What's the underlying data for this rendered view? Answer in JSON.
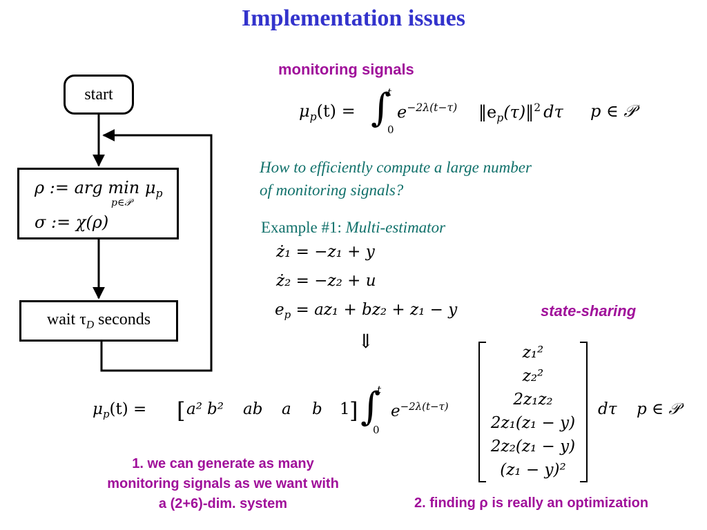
{
  "title": "Implementation issues",
  "flowchart": {
    "start_label": "start",
    "box1_line1": "ρ := arg min μ",
    "box1_sub_p": "p",
    "box1_under": "p∈𝒫",
    "box1_line2": "σ := χ(ρ)",
    "wait_prefix": "wait τ",
    "wait_sub": "D",
    "wait_suffix": " seconds"
  },
  "monitoring": {
    "heading": "monitoring signals",
    "formula_lhs": "μ",
    "formula_lhs_sub": "p",
    "formula_lhs_arg": "(t) =",
    "integral_upper": "t",
    "integral_lower": "0",
    "exp_base": "e",
    "exp_power": "−2λ(t−τ)",
    "integrand": "‖e",
    "integrand_sub": "p",
    "integrand_rest": "(τ)‖",
    "integrand_sq": "2",
    "dtau": "dτ",
    "domain": "p ∈ 𝒫"
  },
  "question": {
    "line1": "How to efficiently compute a large number",
    "line2": "of monitoring signals?"
  },
  "example": {
    "label": "Example #1: ",
    "label_italic": "Multi-estimator",
    "eq1": "ż₁ = −z₁ + y",
    "eq2": "ż₂ = −z₂ + u",
    "eq3_lhs": "e",
    "eq3_sub": "p",
    "eq3_rhs": " = az₁ + bz₂ + z₁ − y"
  },
  "state_sharing": "state-sharing",
  "arrow_symbol": "⇓",
  "big_formula": {
    "lhs": "μ",
    "lhs_sub": "p",
    "lhs_arg": "(t) =",
    "row_vector": [
      "a²",
      "b²",
      "ab",
      "a",
      "b",
      "1"
    ],
    "integral_upper": "t",
    "integral_lower": "0",
    "exp_base": "e",
    "exp_power": "−2λ(t−τ)",
    "column_vector": [
      "z₁²",
      "z₂²",
      "2z₁z₂",
      "2z₁(z₁ − y)",
      "2z₂(z₁ − y)",
      "(z₁ − y)²"
    ],
    "dtau": "dτ",
    "domain": "p ∈ 𝒫"
  },
  "notes": {
    "note1_line1": "1. we can generate as many",
    "note1_line2": "monitoring signals as we want with",
    "note1_line3": "a (2+6)-dim. system",
    "note2": "2. finding ρ is really an optimization"
  },
  "colors": {
    "title": "#3333cc",
    "magenta": "#a0109a",
    "teal": "#10706a"
  }
}
